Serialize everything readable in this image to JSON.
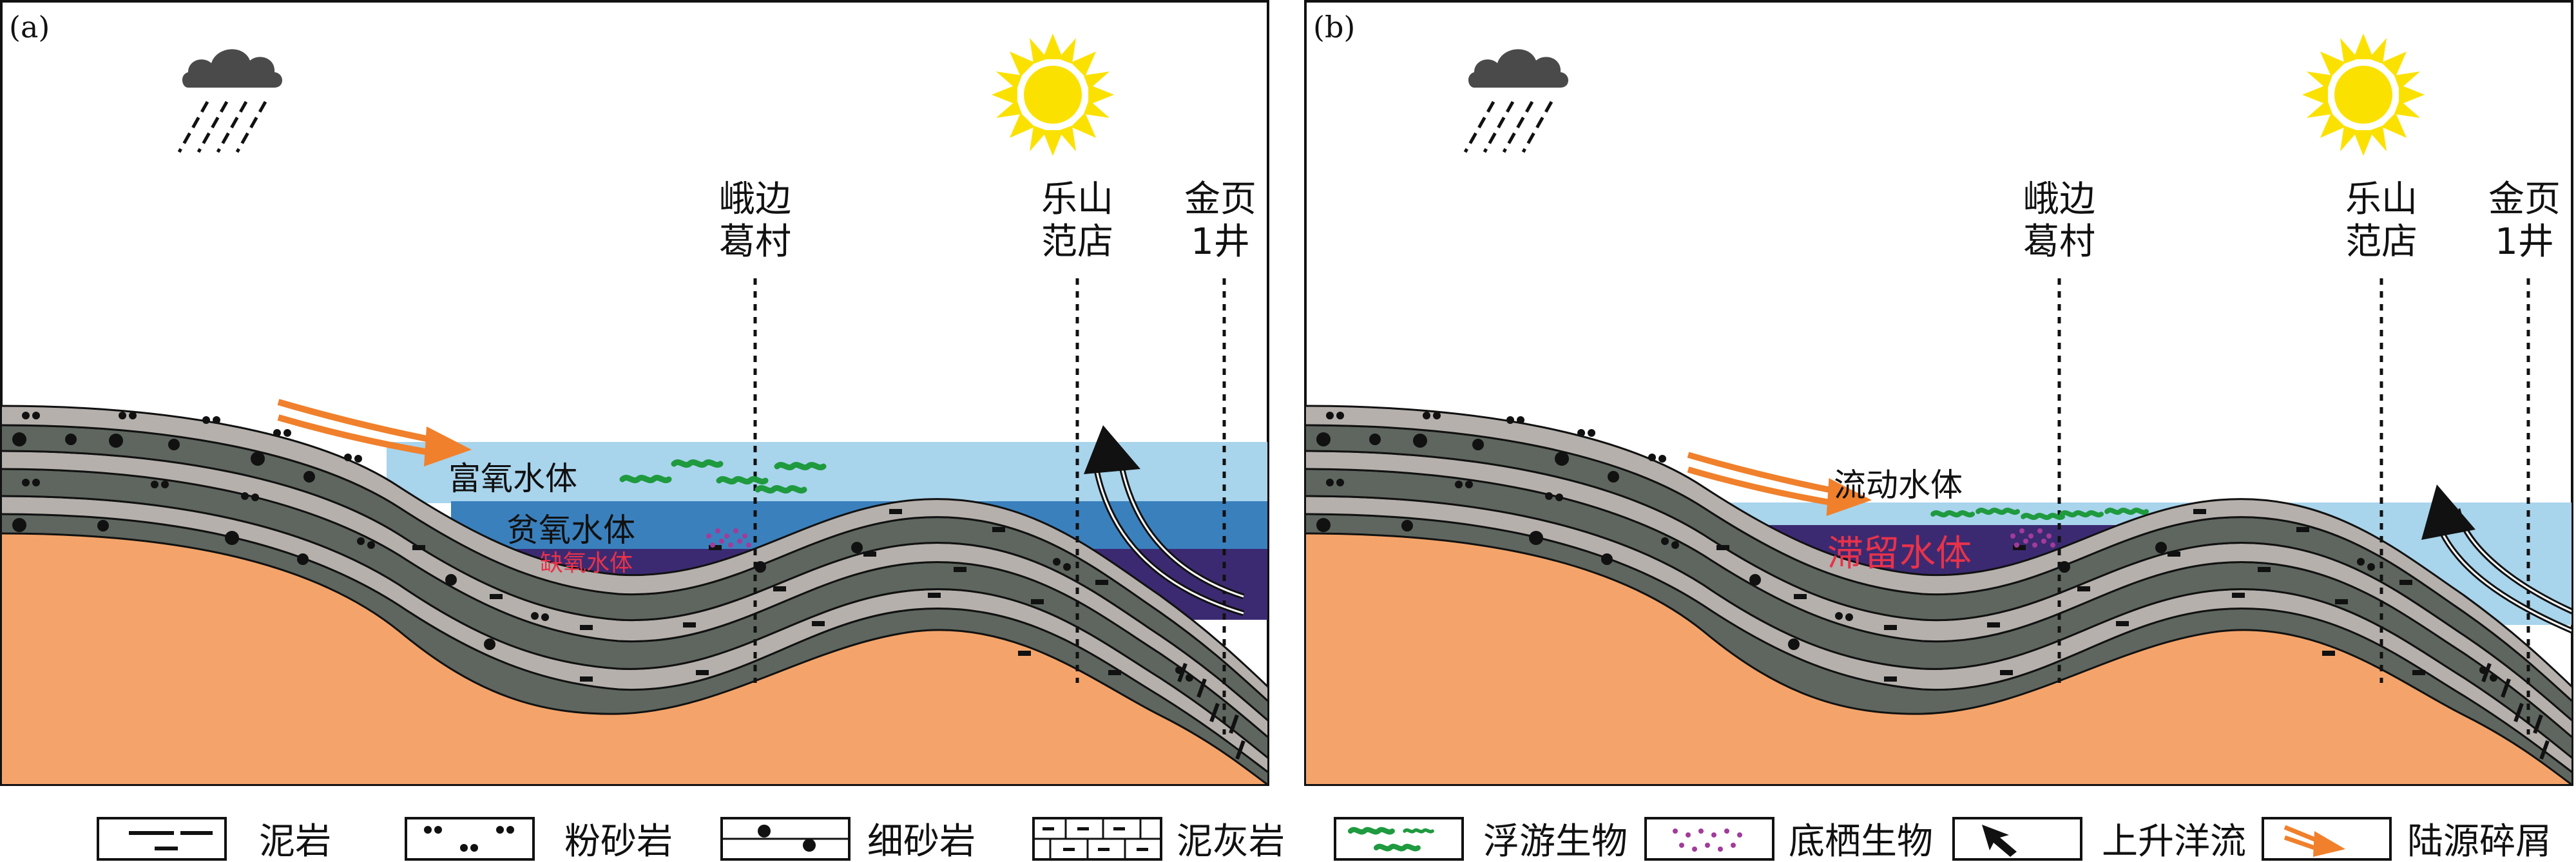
{
  "panels": [
    {
      "letter": "(a)",
      "wells": [
        {
          "line1": "峨边",
          "line2": "葛村"
        },
        {
          "line1": "乐山",
          "line2": "范店"
        },
        {
          "line1": "金页",
          "line2": "1井"
        }
      ],
      "water": {
        "oxic": "富氧水体",
        "suboxic": "贫氧水体",
        "anoxic": "缺氧水体"
      }
    },
    {
      "letter": "(b)",
      "wells": [
        {
          "line1": "峨边",
          "line2": "葛村"
        },
        {
          "line1": "乐山",
          "line2": "范店"
        },
        {
          "line1": "金页",
          "line2": "1井"
        }
      ],
      "water": {
        "flowing": "流动水体",
        "stagnant": "滞留水体"
      }
    }
  ],
  "legend": [
    {
      "key": "mudstone",
      "label": "泥岩"
    },
    {
      "key": "siltstone",
      "label": "粉砂岩"
    },
    {
      "key": "fine_sandstone",
      "label": "细砂岩"
    },
    {
      "key": "marl",
      "label": "泥灰岩"
    },
    {
      "key": "plankton",
      "label": "浮游生物"
    },
    {
      "key": "benthos",
      "label": "底栖生物"
    },
    {
      "key": "upwelling",
      "label": "上升洋流"
    },
    {
      "key": "terrigenous",
      "label": "陆源碎屑"
    }
  ],
  "colors": {
    "basement": "#f4a46a",
    "oxic_water": "#a8d4ec",
    "suboxic_water": "#3a80bd",
    "anoxic_water": "#3b2a72",
    "layer_dark": "#5e665f",
    "layer_light": "#b5b0ac",
    "plankton": "#1f9a3f",
    "benthos": "#a23b9a",
    "terrigenous_arrow": "#f0802b",
    "anoxic_text": "#e8324a",
    "sun": "#fbe100",
    "cloud": "#4a4a4a"
  },
  "icons": [
    "rain-cloud-icon",
    "sun-icon",
    "upwelling-arrow-icon",
    "terrigenous-arrow-icon"
  ]
}
